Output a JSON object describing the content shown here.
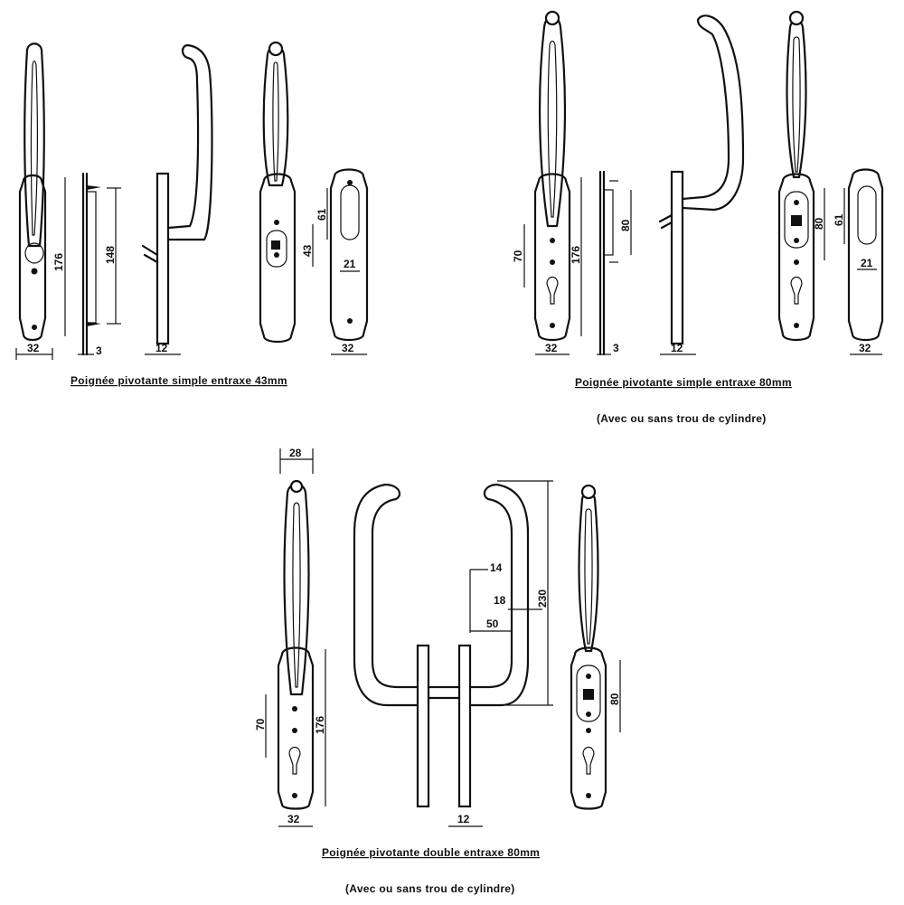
{
  "dims": {
    "d32": "32",
    "d176": "176",
    "d3": "3",
    "d148": "148",
    "d12": "12",
    "d61": "61",
    "d43": "43",
    "d21": "21",
    "d70": "70",
    "d80": "80",
    "d28": "28",
    "d14": "14",
    "d18": "18",
    "d50": "50",
    "d230": "230"
  },
  "captions": {
    "simple43": "Poignée pivotante simple entraxe 43mm",
    "simple80": "Poignée pivotante simple entraxe 80mm",
    "simple80_note": "(Avec ou sans trou de cylindre)",
    "double80": "Poignée pivotante double entraxe 80mm",
    "double80_note": "(Avec ou sans trou de cylindre)"
  }
}
